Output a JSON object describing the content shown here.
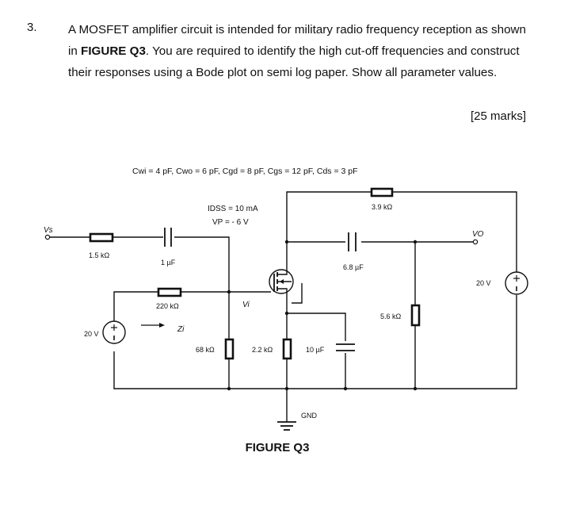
{
  "question": {
    "number": "3.",
    "text_pre": "A MOSFET amplifier circuit is intended for military radio frequency reception as shown in ",
    "figure_ref": "FIGURE Q3",
    "text_post": ". You are required to identify the high cut-off frequencies and construct their responses using a Bode plot on semi log paper. Show all parameter values.",
    "marks": "[25 marks]"
  },
  "circuit": {
    "capacitances_prefix": "C",
    "capacitances": "Cwi = 4 pF, Cwo = 6 pF, Cgd = 8 pF, Cgs = 12 pF, Cds = 3 pF",
    "idss": "IDSS = 10 mA",
    "vp": "VP = - 6 V",
    "vs_label": "Vs",
    "vo_label": "VO",
    "vi_label": "Vi",
    "zi_label": "Zi",
    "r_source": "1.5 kΩ",
    "c_input": "1 µF",
    "r_gate": "220 kΩ",
    "r_bias": "68 kΩ",
    "r_source_res": "2.2 kΩ",
    "c_bypass": "10 µF",
    "r_drain": "3.9 kΩ",
    "c_output": "6.8 µF",
    "r_load": "5.6 kΩ",
    "v_left": "20 V",
    "v_right": "20 V",
    "gnd": "GND"
  },
  "figure_caption": "FIGURE Q3"
}
